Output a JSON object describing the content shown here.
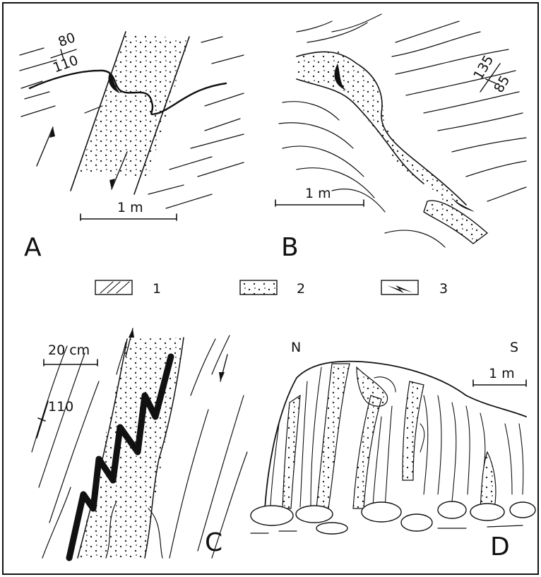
{
  "panels": {
    "A": {
      "letter": "A",
      "strike": "80",
      "dip": "110",
      "scale": "1 m"
    },
    "B": {
      "letter": "B",
      "strike": "135",
      "dip": "85",
      "scale": "1 m"
    },
    "C": {
      "letter": "C",
      "scale": "20 cm",
      "orientation": "110"
    },
    "D": {
      "letter": "D",
      "north": "N",
      "south": "S",
      "scale": "1 m"
    }
  },
  "legend": [
    {
      "id": "1",
      "label": "1"
    },
    {
      "id": "2",
      "label": "2"
    },
    {
      "id": "3",
      "label": "3"
    }
  ],
  "colors": {
    "ink": "#111111",
    "paper": "#ffffff"
  }
}
